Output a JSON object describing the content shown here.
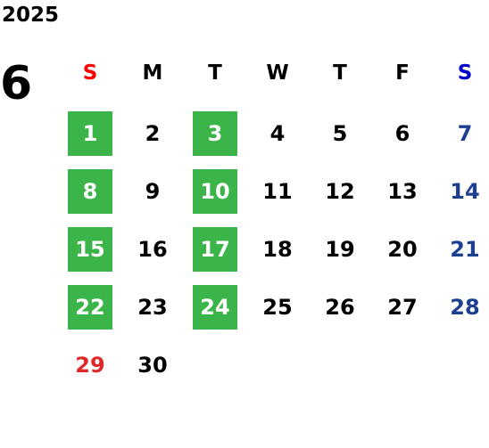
{
  "calendar": {
    "year": "2025",
    "month": "6",
    "weekdays": [
      {
        "label": "S",
        "color": "#ff0000"
      },
      {
        "label": "M",
        "color": "#000000"
      },
      {
        "label": "T",
        "color": "#000000"
      },
      {
        "label": "W",
        "color": "#000000"
      },
      {
        "label": "T",
        "color": "#000000"
      },
      {
        "label": "F",
        "color": "#000000"
      },
      {
        "label": "S",
        "color": "#0000cc"
      }
    ],
    "colors": {
      "highlight_bg": "#3bb54a",
      "highlight_text": "#ffffff",
      "holiday_red": "#e0282a",
      "saturday_blue": "#1c3f8f",
      "default_text": "#000000"
    },
    "weeks": [
      [
        {
          "day": "1",
          "highlight": true
        },
        {
          "day": "2"
        },
        {
          "day": "3",
          "highlight": true
        },
        {
          "day": "4"
        },
        {
          "day": "5"
        },
        {
          "day": "6"
        },
        {
          "day": "7",
          "tone": "blue"
        }
      ],
      [
        {
          "day": "8",
          "highlight": true
        },
        {
          "day": "9"
        },
        {
          "day": "10",
          "highlight": true
        },
        {
          "day": "11"
        },
        {
          "day": "12"
        },
        {
          "day": "13"
        },
        {
          "day": "14",
          "tone": "blue"
        }
      ],
      [
        {
          "day": "15",
          "highlight": true
        },
        {
          "day": "16"
        },
        {
          "day": "17",
          "highlight": true
        },
        {
          "day": "18"
        },
        {
          "day": "19"
        },
        {
          "day": "20"
        },
        {
          "day": "21",
          "tone": "blue"
        }
      ],
      [
        {
          "day": "22",
          "highlight": true
        },
        {
          "day": "23"
        },
        {
          "day": "24",
          "highlight": true
        },
        {
          "day": "25"
        },
        {
          "day": "26"
        },
        {
          "day": "27"
        },
        {
          "day": "28",
          "tone": "blue"
        }
      ],
      [
        {
          "day": "29",
          "tone": "red"
        },
        {
          "day": "30"
        }
      ]
    ]
  }
}
